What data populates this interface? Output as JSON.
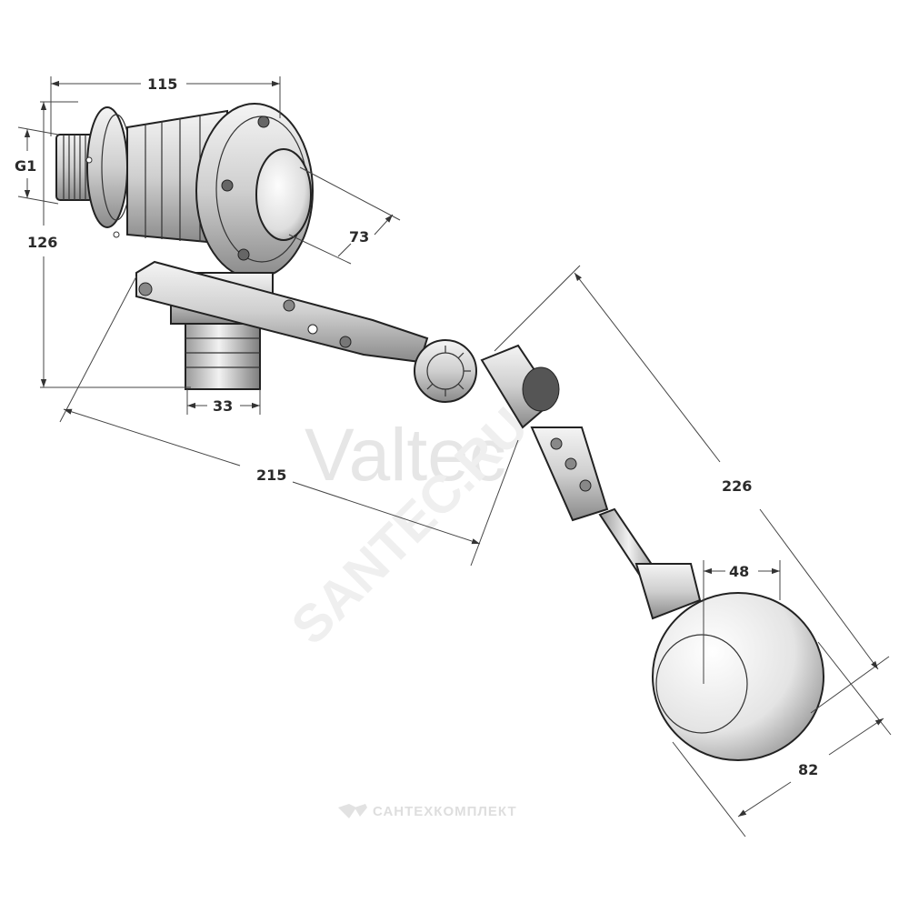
{
  "watermarks": {
    "brand": "Valtec",
    "site": "SANTEC.RU",
    "company": "САНТЕХКОМПЛЕКТ"
  },
  "dimensions": {
    "width_115": "115",
    "thread_g1": "G1",
    "height_126": "126",
    "diameter_73": "73",
    "outlet_33": "33",
    "span_215": "215",
    "arm_226": "226",
    "float_48": "48",
    "float_82": "82"
  }
}
